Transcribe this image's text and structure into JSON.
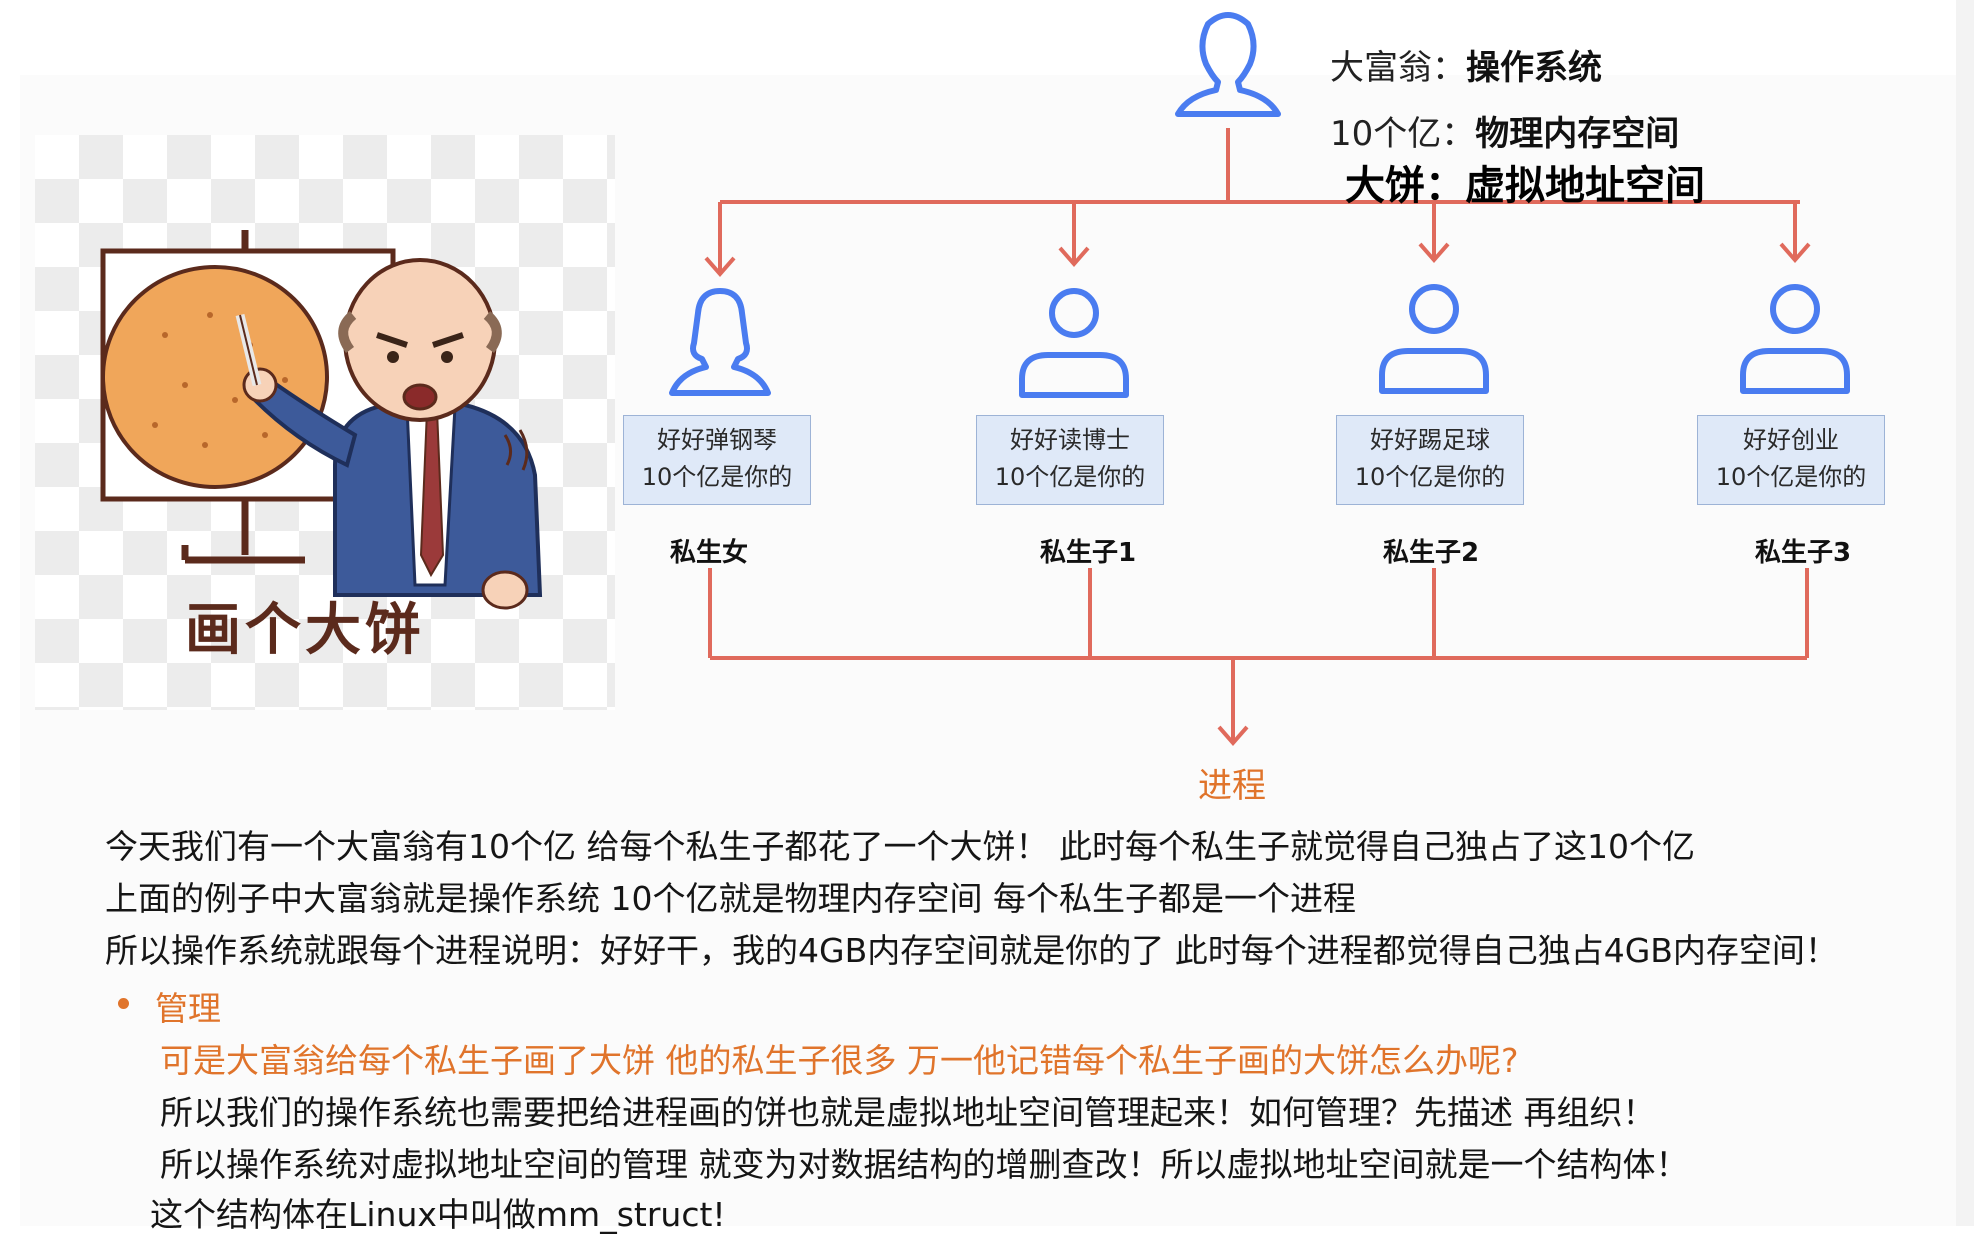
{
  "colors": {
    "accent": "#e0742b",
    "connector": "#e06a5c",
    "person_icon": "#4a7cf0",
    "box_fill": "#dfe9f8"
  },
  "illustration": {
    "caption": "画个大饼"
  },
  "owner": {
    "icon": "person-icon",
    "line1": {
      "key": "大富翁：",
      "value": "操作系统"
    },
    "line2": {
      "key": "10个亿：",
      "value": "物理内存空间"
    },
    "line3": {
      "key": "大饼：",
      "value": "虚拟地址空间"
    }
  },
  "children": [
    {
      "icon": "female-person-icon",
      "line1": "好好弹钢琴",
      "line2": "10个亿是你的",
      "label": "私生女"
    },
    {
      "icon": "person-icon",
      "line1": "好好读博士",
      "line2": "10个亿是你的",
      "label": "私生子1"
    },
    {
      "icon": "person-icon",
      "line1": "好好踢足球",
      "line2": "10个亿是你的",
      "label": "私生子2"
    },
    {
      "icon": "person-icon",
      "line1": "好好创业",
      "line2": "10个亿是你的",
      "label": "私生子3"
    }
  ],
  "process_label": "进程",
  "paragraphs": [
    "今天我们有一个大富翁有10个亿 给每个私生子都花了一个大饼！ 此时每个私生子就觉得自己独占了这10个亿",
    "上面的例子中大富翁就是操作系统 10个亿就是物理内存空间 每个私生子都是一个进程",
    "所以操作系统就跟每个进程说明：好好干，我的4GB内存空间就是你的了 此时每个进程都觉得自己独占4GB内存空间！"
  ],
  "management": {
    "title": "管理",
    "question": "可是大富翁给每个私生子画了大饼 他的私生子很多 万一他记错每个私生子画的大饼怎么办呢?",
    "line1": "所以我们的操作系统也需要把给进程画的饼也就是虚拟地址空间管理起来！如何管理？先描述 再组织！",
    "line2": "所以操作系统对虚拟地址空间的管理 就变为对数据结构的增删查改！所以虚拟地址空间就是一个结构体！",
    "line3": "这个结构体在Linux中叫做mm_struct!"
  }
}
